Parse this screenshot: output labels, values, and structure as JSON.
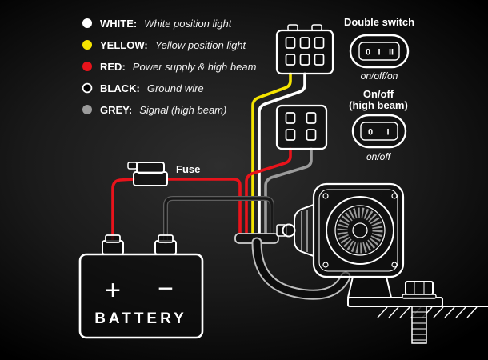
{
  "legend": {
    "items": [
      {
        "label": "WHITE:",
        "description": "White position light",
        "color": "#ffffff"
      },
      {
        "label": "YELLOW:",
        "description": "Yellow position light",
        "color": "#f5e400"
      },
      {
        "label": "RED:",
        "description": "Power supply & high beam",
        "color": "#e8131b"
      },
      {
        "label": "BLACK:",
        "description": "Ground wire",
        "color": "#000000"
      },
      {
        "label": "GREY:",
        "description": "Signal (high beam)",
        "color": "#9b9b9b"
      }
    ]
  },
  "switches": {
    "double": {
      "title": "Double switch",
      "marking_0": "0",
      "marking_1": "I",
      "marking_2": "II",
      "mode": "on/off/on"
    },
    "high_beam": {
      "title_line1": "On/off",
      "title_line2": "(high beam)",
      "marking_0": "0",
      "marking_1": "I",
      "mode": "on/off"
    }
  },
  "fuse": {
    "label": "Fuse"
  },
  "battery": {
    "label": "BATTERY",
    "positive": "+",
    "negative": "−"
  },
  "colors": {
    "white_wire": "#ffffff",
    "yellow_wire": "#f5e400",
    "red_wire": "#e8131b",
    "grey_wire": "#9b9b9b",
    "black_wire": "#181818",
    "black_wire_outline": "#5f5f5f",
    "outline": "#ffffff"
  }
}
